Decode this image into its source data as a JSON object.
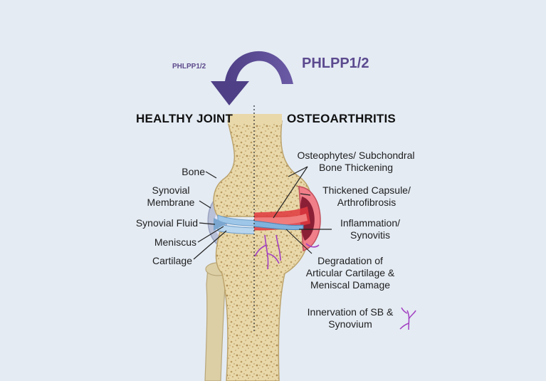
{
  "arrow": {
    "small_label": "PHLPP1/2",
    "large_label": "PHLPP1/2"
  },
  "healthy": {
    "title": "HEALTHY JOINT",
    "labels": {
      "bone": "Bone",
      "synovial_membrane_1": "Synovial",
      "synovial_membrane_2": "Membrane",
      "synovial_fluid": "Synovial Fluid",
      "meniscus": "Meniscus",
      "cartilage": "Cartilage"
    }
  },
  "oa": {
    "title": "OSTEOARTHRITIS",
    "labels": {
      "osteophytes_1": "Osteophytes/ Subchondral",
      "osteophytes_2": "Bone Thickening",
      "capsule_1": "Thickened Capsule/",
      "capsule_2": "Arthrofibrosis",
      "inflammation_1": "Inflammation/",
      "inflammation_2": "Synovitis",
      "degradation_1": "Degradation of",
      "degradation_2": "Articular Cartilage &",
      "degradation_3": "Meniscal Damage",
      "innervation_1": "Innervation of SB &",
      "innervation_2": "Synovium"
    }
  },
  "colors": {
    "background": "#e4ebf3",
    "bone": "#eadbb0",
    "bone_spots": "#b99a60",
    "arrow": "#5b4a8f",
    "inflammation": "#e0383e",
    "nerves": "#a23fc1"
  }
}
